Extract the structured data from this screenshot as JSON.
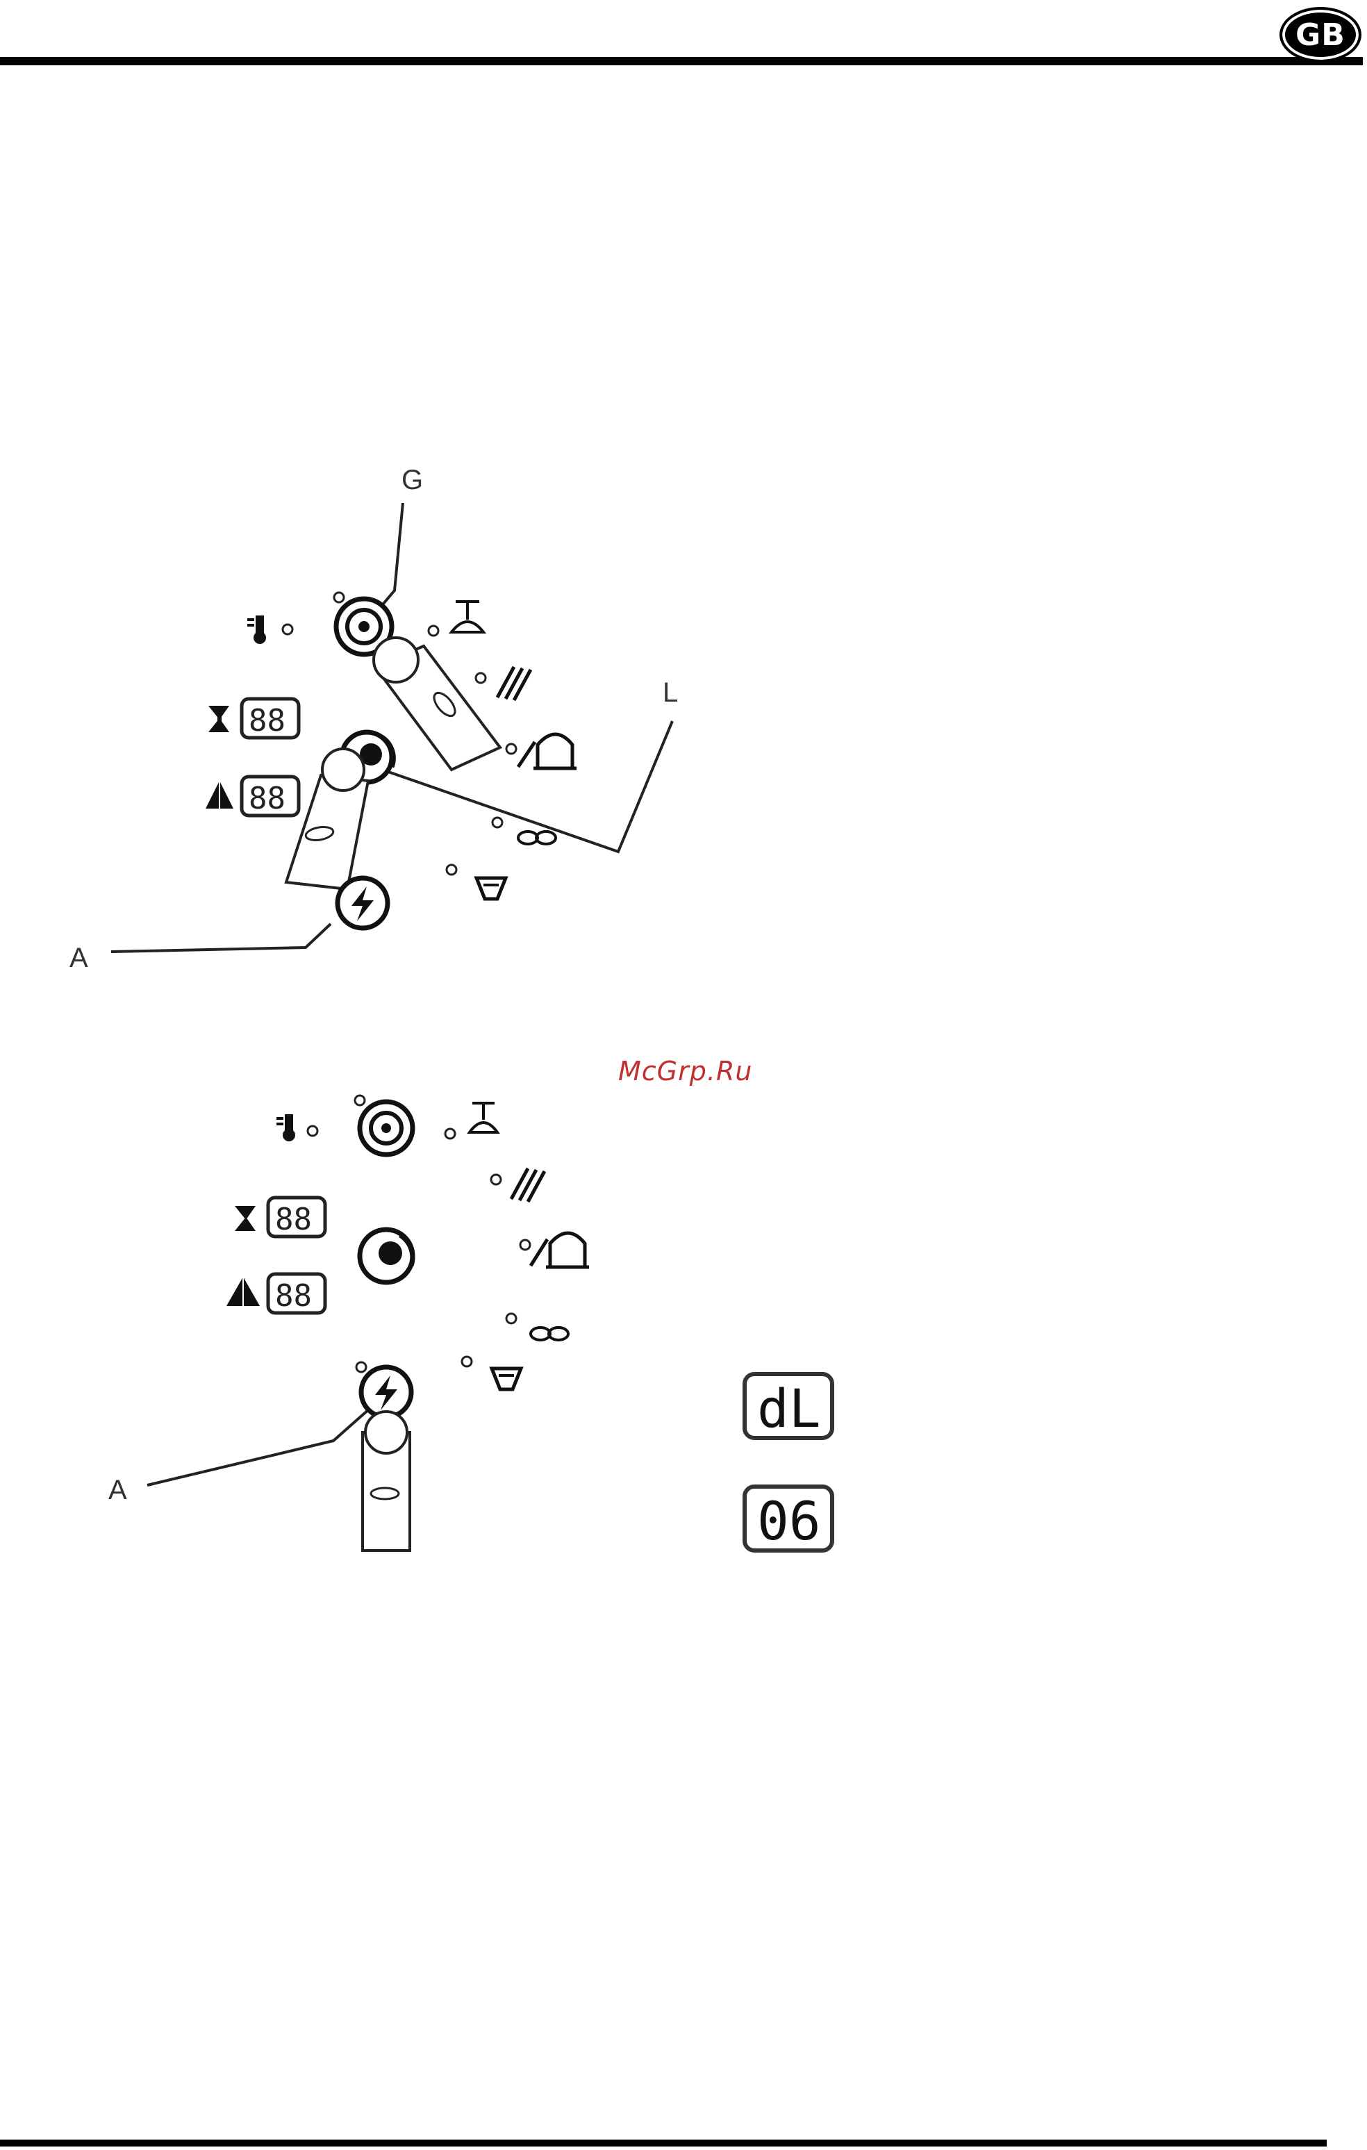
{
  "header": {
    "language_badge": "GB"
  },
  "watermark": {
    "text": "McGrp.Ru"
  },
  "figure_top": {
    "callouts": {
      "g": "G",
      "l": "L",
      "a": "A"
    },
    "displays": {
      "first": "88",
      "second": "88"
    }
  },
  "figure_bottom": {
    "callouts": {
      "a": "A"
    },
    "displays": {
      "first": "88",
      "second": "88"
    },
    "readouts": {
      "mode": "dL",
      "value": "06"
    }
  }
}
